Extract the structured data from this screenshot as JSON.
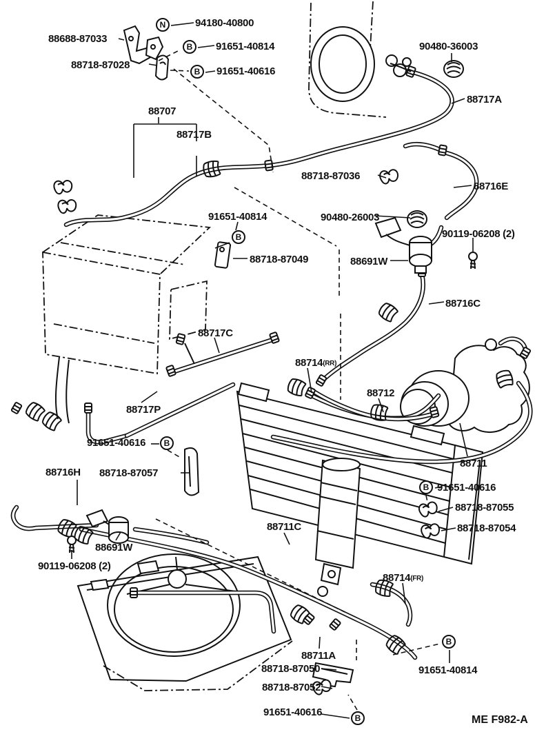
{
  "colors": {
    "ink": "#111111",
    "background": "#ffffff"
  },
  "labels": [
    {
      "text": "94180-40800",
      "badge": "N"
    },
    {
      "text": "88688-87033"
    },
    {
      "text": "91651-40814",
      "badge": "B"
    },
    {
      "text": "88718-87028"
    },
    {
      "text": "91651-40616",
      "badge": "B"
    },
    {
      "text": "90480-36003"
    },
    {
      "text": "88717A"
    },
    {
      "text": "88707"
    },
    {
      "text": "88717B"
    },
    {
      "text": "88718-87036"
    },
    {
      "text": "88716E"
    },
    {
      "text": "91651-40814",
      "badge": "B"
    },
    {
      "text": "90480-26003"
    },
    {
      "text": "90119-06208 (2)"
    },
    {
      "text": "88718-87049"
    },
    {
      "text": "88691W"
    },
    {
      "text": "88716C"
    },
    {
      "text": "88717C"
    },
    {
      "text": "88714",
      "suffix": "(RR)"
    },
    {
      "text": "88712"
    },
    {
      "text": "88717P"
    },
    {
      "text": "91651-40616",
      "badge": "B"
    },
    {
      "text": "88711"
    },
    {
      "text": "88716H"
    },
    {
      "text": "88718-87057"
    },
    {
      "text": "91651-40616",
      "badge": "B"
    },
    {
      "text": "88718-87055"
    },
    {
      "text": "88718-87054"
    },
    {
      "text": "88691W"
    },
    {
      "text": "90119-06208 (2)"
    },
    {
      "text": "88711C"
    },
    {
      "text": "88714",
      "suffix": "(FR)"
    },
    {
      "text": "88711A"
    },
    {
      "text": "88718-87050"
    },
    {
      "text": "91651-40814",
      "badge": "B"
    },
    {
      "text": "88718-87052"
    },
    {
      "text": "91651-40616",
      "badge": "B"
    }
  ],
  "footer": {
    "code": "ME F982-A"
  }
}
